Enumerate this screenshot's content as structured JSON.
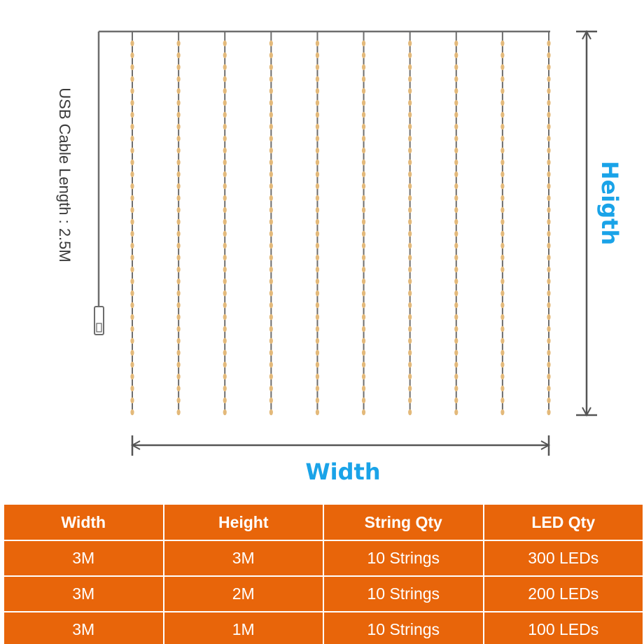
{
  "diagram": {
    "cable_label": "USB Cable Length : 2.5M",
    "height_label": "Heigth",
    "width_label": "Width",
    "string_count": 10,
    "colors": {
      "wire": "#6d6d6d",
      "led": "#e3b97a",
      "dimension_line": "#555555",
      "label_blue": "#1aa3e8"
    },
    "icons": [
      "usb-plug-icon"
    ]
  },
  "table": {
    "headers": [
      "Width",
      "Height",
      "String Qty",
      "LED Qty"
    ],
    "rows": [
      [
        "3M",
        "3M",
        "10 Strings",
        "300 LEDs"
      ],
      [
        "3M",
        "2M",
        "10 Strings",
        "200 LEDs"
      ],
      [
        "3M",
        "1M",
        "10 Strings",
        "100 LEDs"
      ]
    ],
    "color": "#e8650a"
  }
}
